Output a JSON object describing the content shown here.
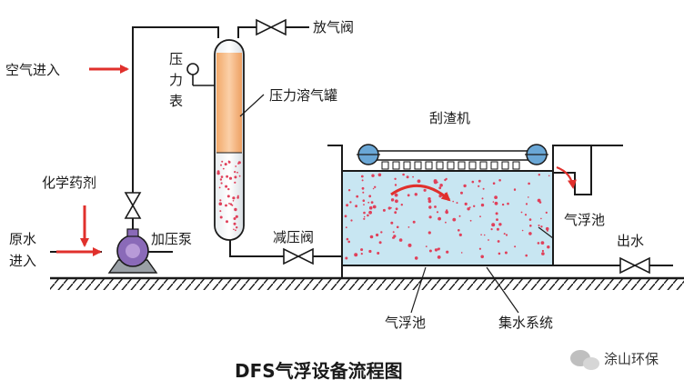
{
  "labels": {
    "vent_valve": "放气阀",
    "air_in": "空气进入",
    "gauge_top": "压",
    "gauge_mid": "力",
    "gauge_bot": "表",
    "pressure_tank": "压力溶气罐",
    "scraper": "刮渣机",
    "chemical": "化学药剂",
    "raw_water_1": "原水",
    "raw_water_2": "进入",
    "pump": "加压泵",
    "relief_valve": "减压阀",
    "flotation_right": "气浮池",
    "outlet": "出水",
    "flotation_bottom": "气浮池",
    "collection": "集水系统"
  },
  "title": "DFS气浮设备流程图",
  "watermark": "涂山环保",
  "colors": {
    "water": "#c8e6f2",
    "bubbles": "#e0405a",
    "tank_body": "#f4b98a",
    "arrow_red": "#e0302c",
    "ground": "#1a1a1a"
  }
}
